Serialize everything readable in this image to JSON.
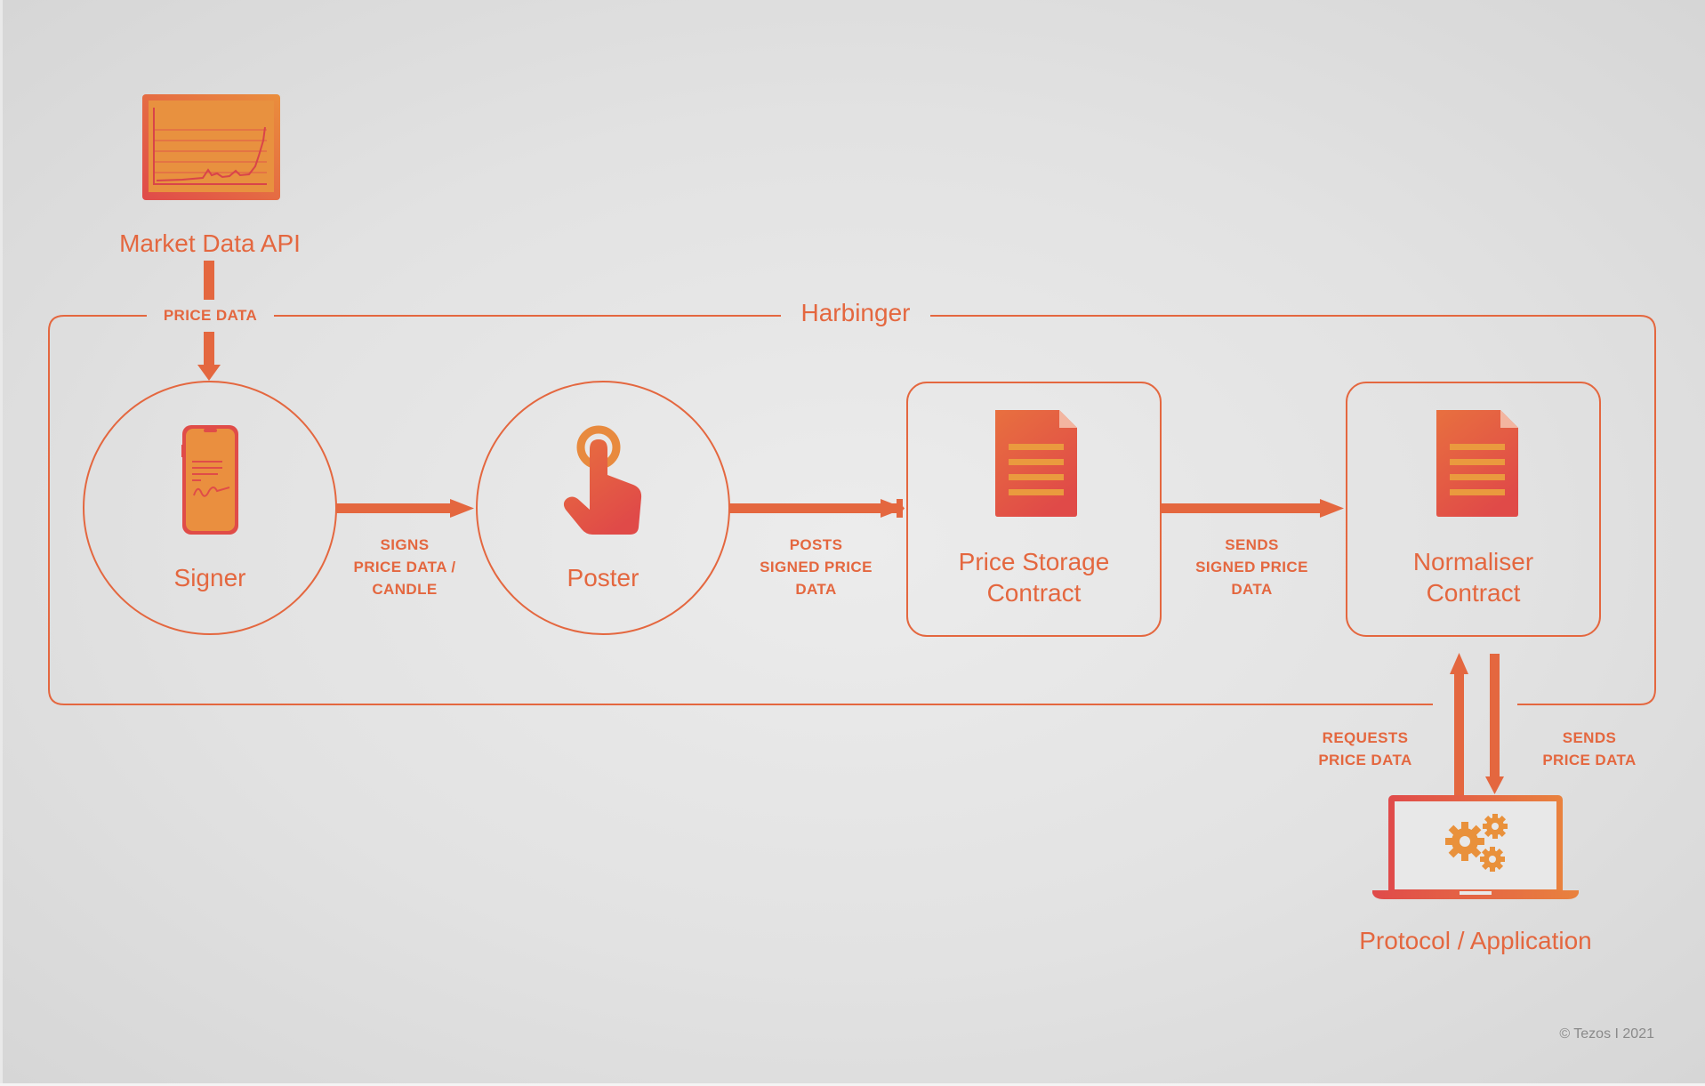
{
  "title": "Harbinger",
  "nodes": {
    "market_api": "Market Data API",
    "signer": "Signer",
    "poster": "Poster",
    "price_storage": [
      "Price Storage",
      "Contract"
    ],
    "normaliser": [
      "Normaliser",
      "Contract"
    ],
    "protocol": "Protocol / Application"
  },
  "edges": {
    "api_to_signer": "PRICE DATA",
    "signer_to_poster": [
      "SIGNS",
      "PRICE DATA /",
      "CANDLE"
    ],
    "poster_to_storage": [
      "POSTS",
      "SIGNED PRICE",
      "DATA"
    ],
    "storage_to_normaliser": [
      "SENDS",
      "SIGNED PRICE",
      "DATA"
    ],
    "protocol_to_normaliser": [
      "REQUESTS",
      "PRICE DATA"
    ],
    "normaliser_to_protocol": [
      "SENDS",
      "PRICE DATA"
    ]
  },
  "footer": {
    "copyright": "© Tezos  I  2021"
  },
  "colors": {
    "accent": "#e4673f",
    "icon_orange": "#e88a3e",
    "icon_red": "#e04a4a",
    "background": "#e5e5e5"
  },
  "icons": [
    "chart-monitor-icon",
    "smartphone-signature-icon",
    "tap-hand-icon",
    "document-icon",
    "laptop-gears-icon"
  ]
}
